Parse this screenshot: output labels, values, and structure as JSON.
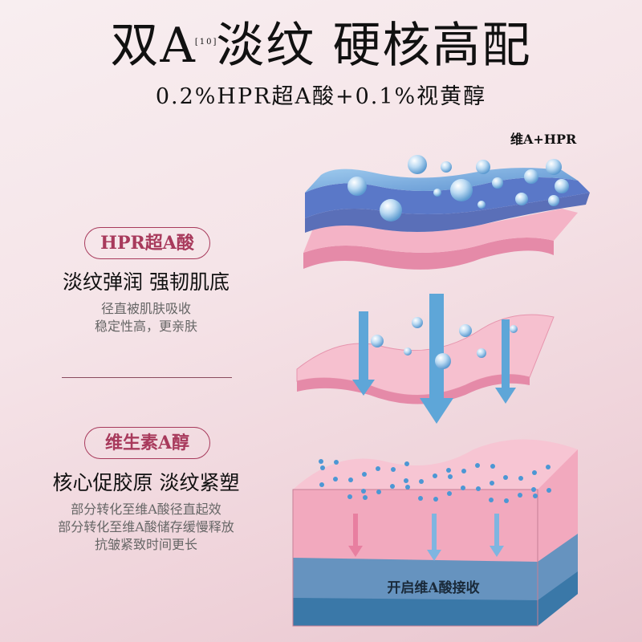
{
  "title": {
    "main_a": "双A",
    "footnote": "[10]",
    "main_b": "淡纹 硬核高配"
  },
  "subtitle": "0.2%HPR超A酸+0.1%视黄醇",
  "section1": {
    "badge": "HPR超A酸",
    "heading": "淡纹弹润 强韧肌底",
    "lines": [
      "径直被肌肤吸收",
      "稳定性高，更亲肤"
    ]
  },
  "section2": {
    "badge": "维生素A醇",
    "heading": "核心促胶原 淡纹紧塑",
    "lines": [
      "部分转化至维A酸径直起效",
      "部分转化至维A酸储存缓慢释放",
      "抗皱紧致时间更长"
    ]
  },
  "illustration": {
    "top_label": "维A+HPR",
    "bottom_label": "开启维A酸接收"
  },
  "colors": {
    "accent": "#a83a5c",
    "skin_pink": "#f2a9be",
    "water_blue": "#5ea6d8"
  }
}
